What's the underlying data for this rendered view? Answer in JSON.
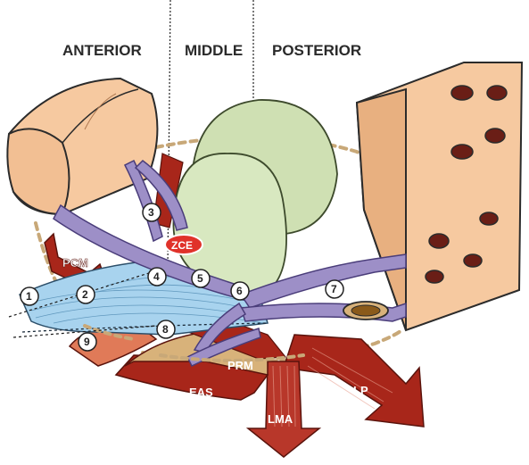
{
  "sections": {
    "anterior": "ANTERIOR",
    "middle": "MIDDLE",
    "posterior": "POSTERIOR"
  },
  "labels": {
    "pcm": "PCM",
    "zce": "ZCE",
    "prm": "PRM",
    "eas": "EAS",
    "lma": "LMA",
    "lp": "LP"
  },
  "markers": [
    "1",
    "2",
    "3",
    "4",
    "5",
    "6",
    "7",
    "8",
    "9"
  ],
  "colors": {
    "bone": "#f6c9a0",
    "bone_edge": "#2b2b2b",
    "bladder": "#cfe0b3",
    "bladder_edge": "#3d4a2c",
    "ligament": "#9d8fc7",
    "ligament_edge": "#4a3d7a",
    "muscle": "#a8261a",
    "muscle_light": "#c8523e",
    "membrane": "#a8d3ee",
    "tan": "#d8b27a",
    "zce_badge": "#e0322a",
    "dots": "#c8a878"
  }
}
